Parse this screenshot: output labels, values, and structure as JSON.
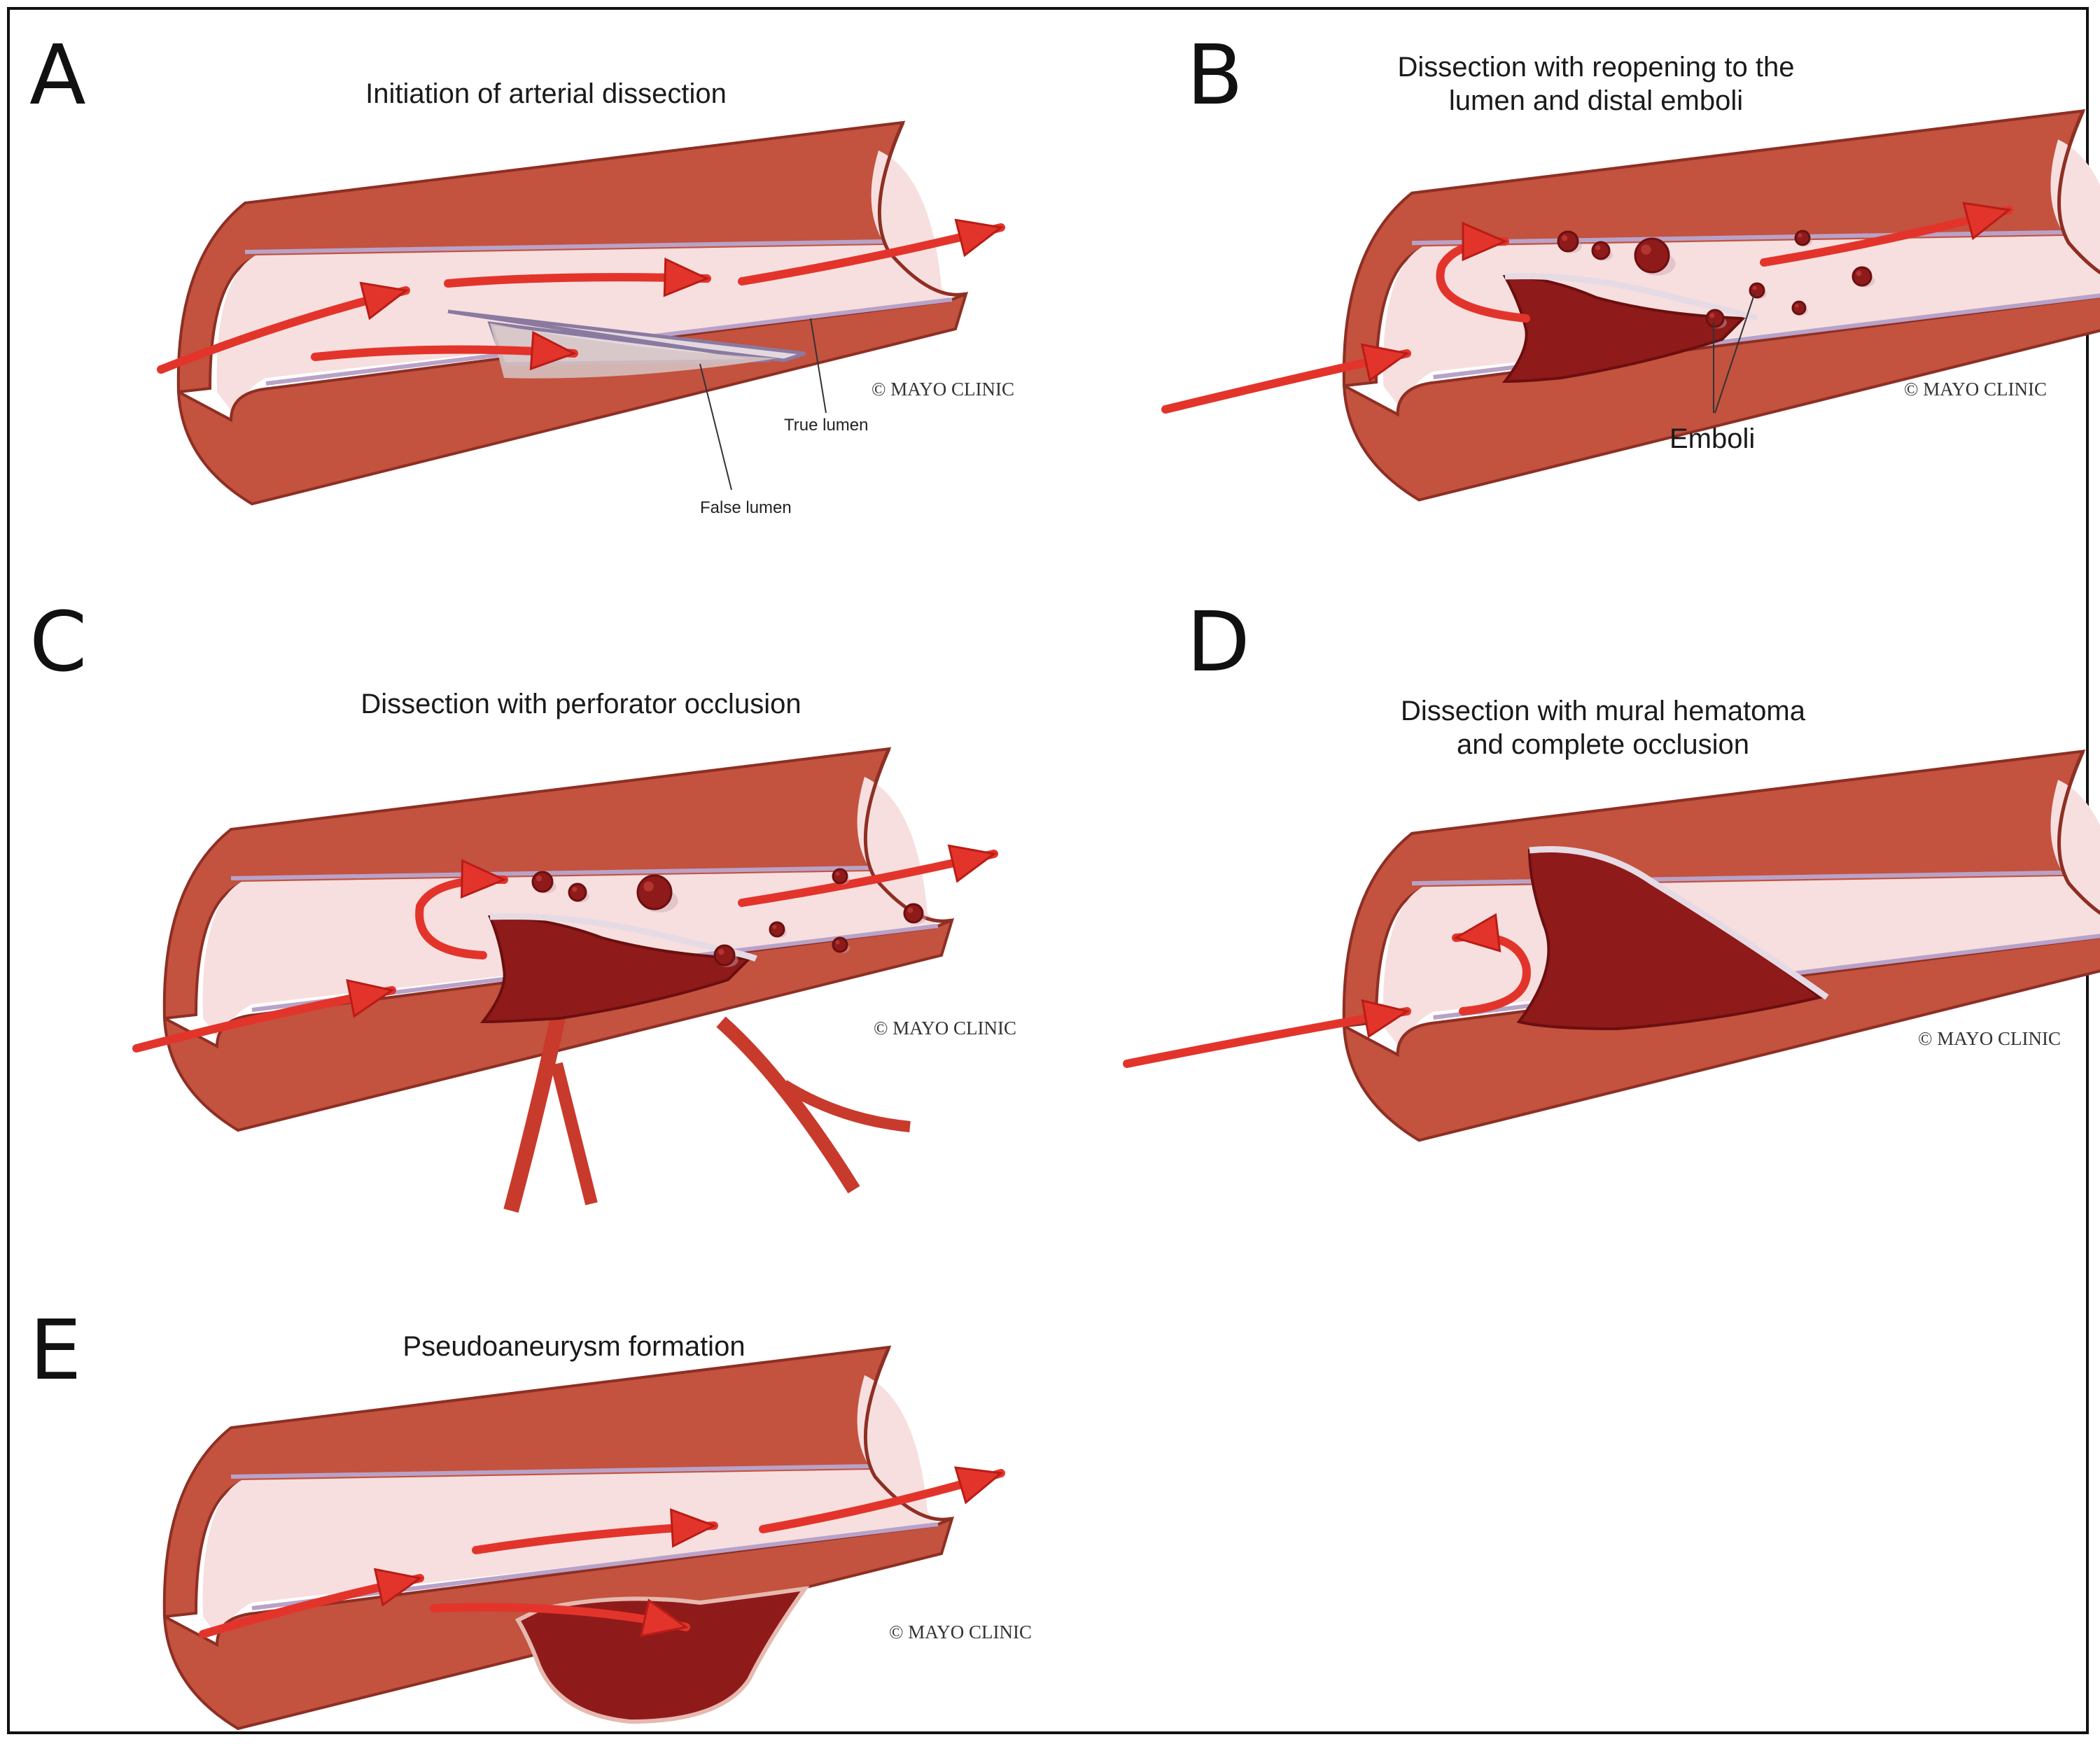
{
  "palette": {
    "wall": "#c3523f",
    "wall_dark": "#8e2f24",
    "lumen": "#f7dfdf",
    "intima": "#b9a2c8",
    "clot": "#8f1a1a",
    "clot_dark": "#6b0f10",
    "arrow": "#e3342b"
  },
  "panels": [
    {
      "letter": "A",
      "title": "Initiation of arterial dissection",
      "labels": {
        "true_lumen": "True lumen",
        "false_lumen": "False lumen"
      },
      "copyright": "© MAYO CLINIC"
    },
    {
      "letter": "B",
      "title": "Dissection with reopening to the lumen and distal emboli",
      "labels": {
        "emboli": "Emboli"
      },
      "copyright": "© MAYO CLINIC"
    },
    {
      "letter": "C",
      "title": "Dissection with perforator occlusion",
      "copyright": "© MAYO CLINIC"
    },
    {
      "letter": "D",
      "title": "Dissection with mural hematoma and complete occlusion",
      "copyright": "© MAYO CLINIC"
    },
    {
      "letter": "E",
      "title": "Pseudoaneurysm formation",
      "copyright": "© MAYO CLINIC"
    }
  ]
}
